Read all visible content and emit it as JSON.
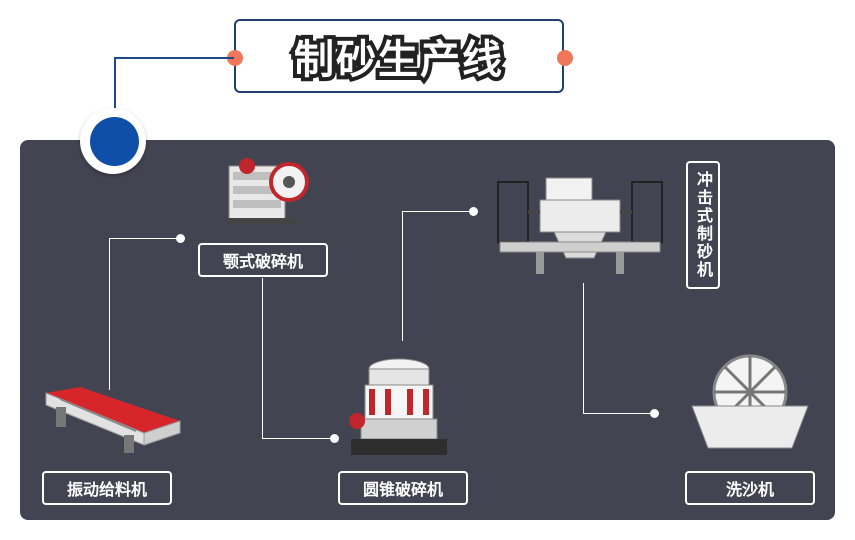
{
  "title": "制砂生产线",
  "machines": {
    "jaw_crusher": "颚式破碎机",
    "vibrating_feeder": "振动给料机",
    "cone_crusher": "圆锥破碎机",
    "impact_sand_maker": "冲击式制砂机",
    "sand_washer": "洗沙机"
  },
  "colors": {
    "panel": "#434452",
    "accent_dot": "#f0765c",
    "primary_blue": "#0f4fa8",
    "title_border": "#1f3f73"
  },
  "icons": [
    "jaw-crusher-image",
    "vibrating-feeder-image",
    "cone-crusher-image",
    "impact-sand-maker-image",
    "sand-washer-image"
  ]
}
